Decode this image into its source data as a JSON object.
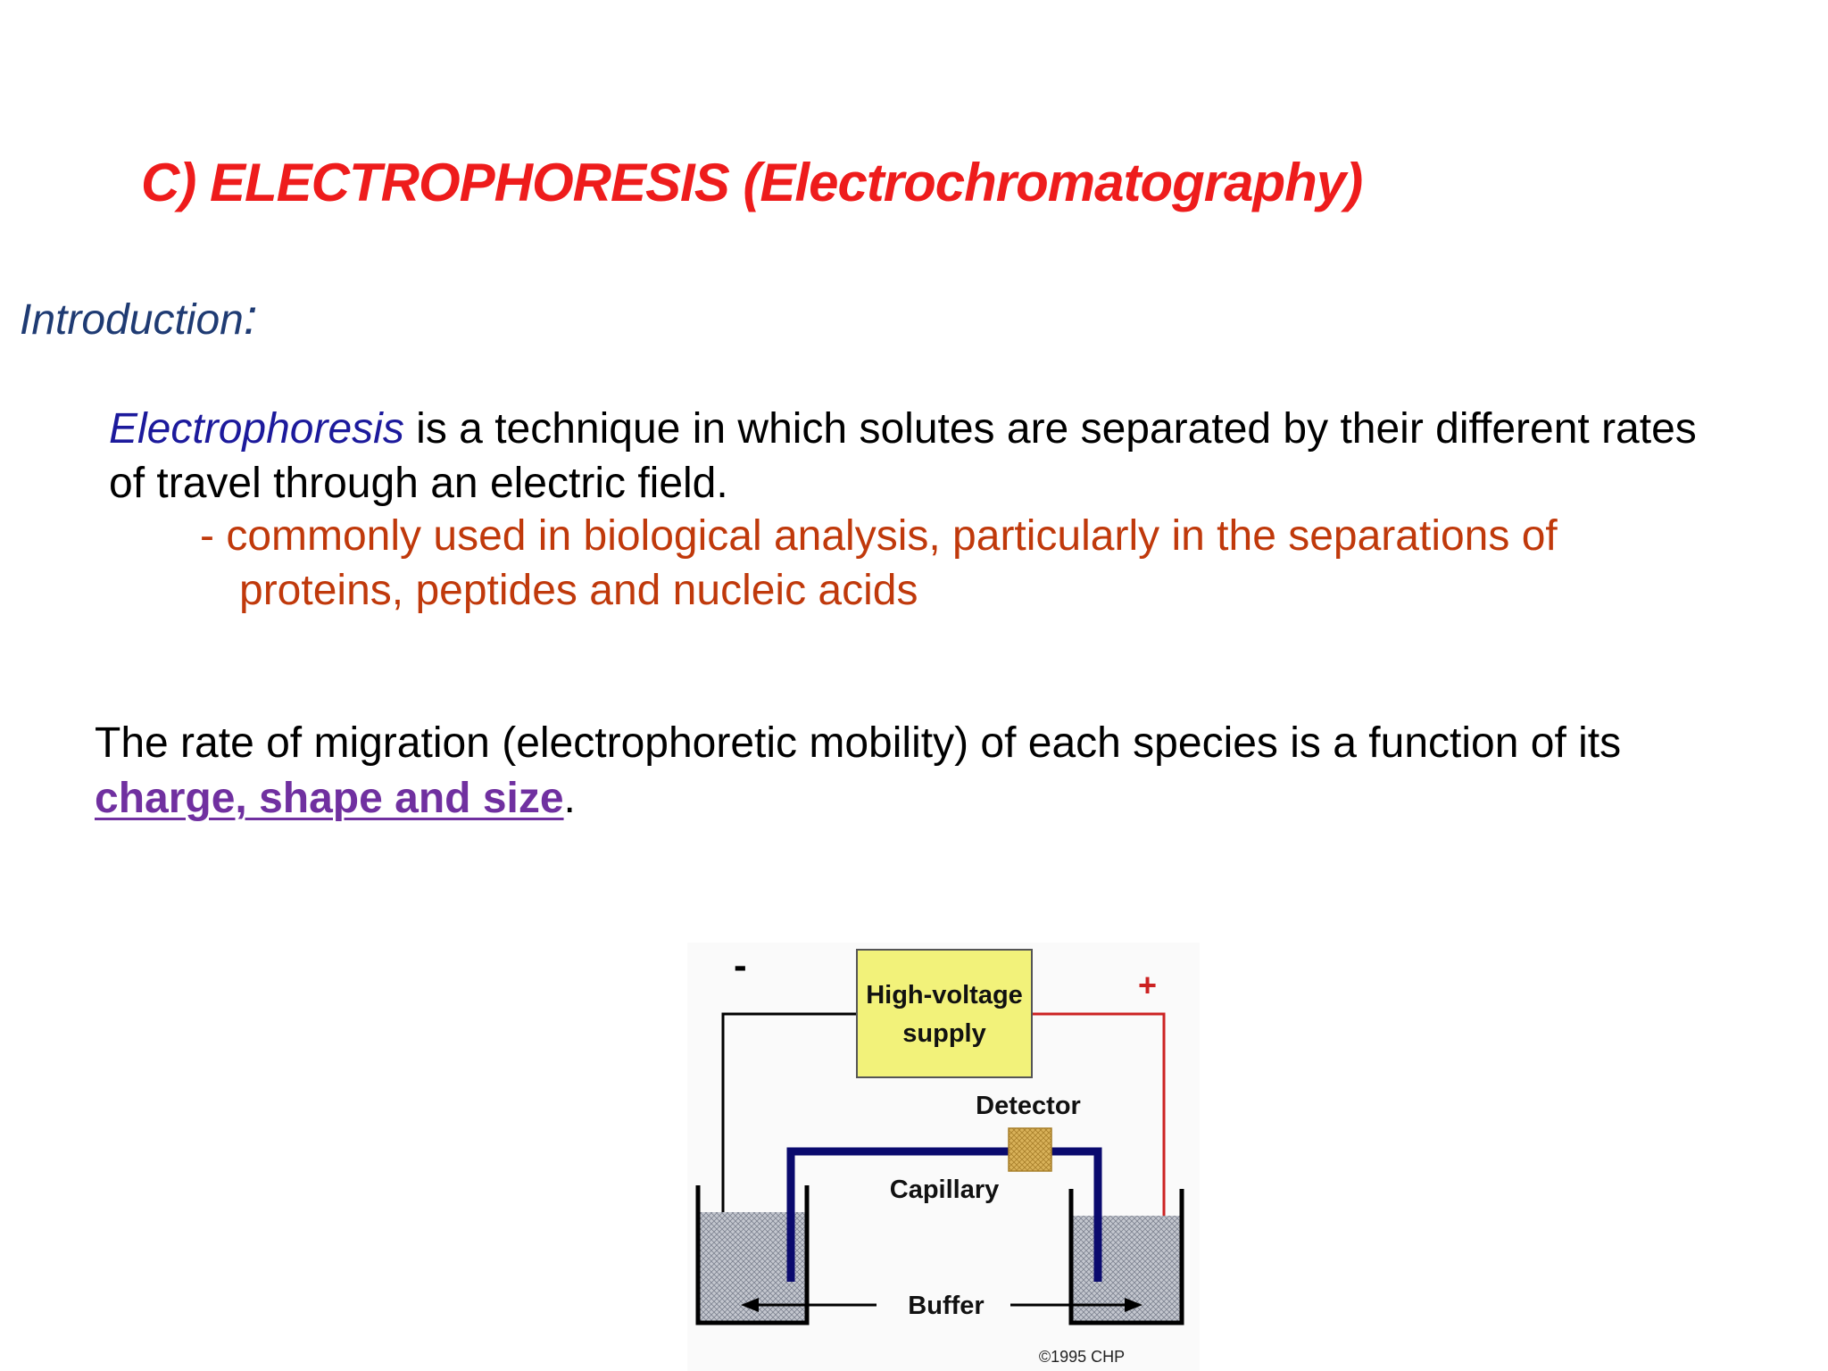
{
  "slide": {
    "title": "C) ELECTROPHORESIS (Electrochromatography)",
    "intro_label": "Introduction",
    "intro_colon": ":",
    "paragraph1": {
      "term": "Electrophoresis",
      "line1_rest": " is a technique in which solutes are separated by their different rates",
      "line2": "of travel through an electric field."
    },
    "bullet": {
      "line1": "- commonly used in biological analysis, particularly in the separations of",
      "line2": "proteins, peptides and nucleic acids"
    },
    "paragraph2": {
      "line1": "The rate of migration (electrophoretic mobility) of each species is a function of its",
      "link_text": "charge, shape and size",
      "end": "."
    }
  },
  "diagram": {
    "minus_sign": "-",
    "plus_sign": "+",
    "power_supply_line1": "High-voltage",
    "power_supply_line2": "supply",
    "detector_label": "Detector",
    "capillary_label": "Capillary",
    "buffer_label": "Buffer",
    "copyright": "©1995 CHP",
    "colors": {
      "supply_fill": "#f2f27a",
      "detector_fill": "#d9b25a",
      "capillary": "#0a0a6e",
      "negative_wire": "#000000",
      "positive_wire": "#cc2222",
      "buffer_fill": "#b9bcc4"
    }
  }
}
